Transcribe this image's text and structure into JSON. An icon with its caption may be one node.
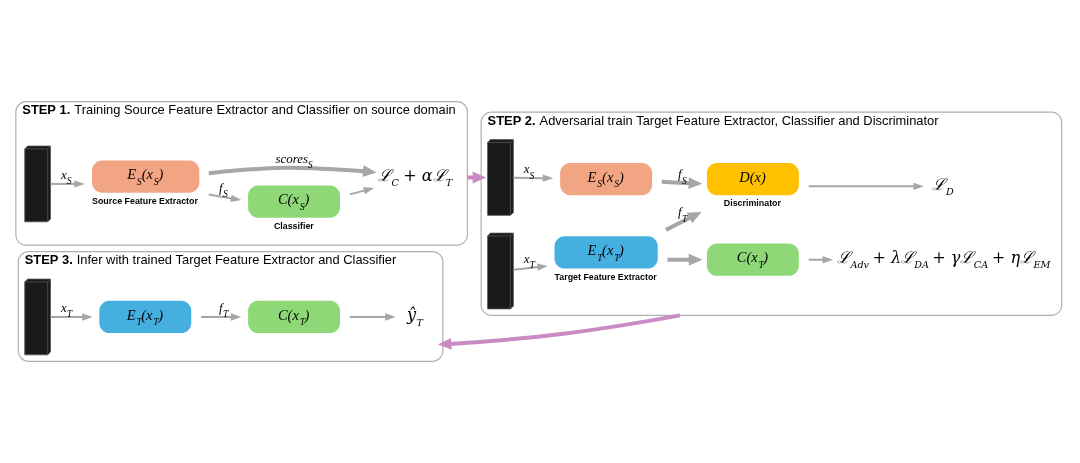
{
  "diagram": {
    "nodes": [
      {
        "text": [
          "STEP 1.",
          "Training Source Feature Extractor and Classifier on source domain"
        ]
      },
      {
        "text": [],
        "shape": "picture",
        "in": 0
      },
      {
        "text": [
          "E$_{S}$(x$_{S}$)"
        ],
        "beside": [
          "Source Feature Extractor"
        ],
        "in": 0
      },
      {
        "text": [
          "C(x$_{S}$)"
        ],
        "beside": [
          "Classifier"
        ],
        "in": 0
      },
      {
        "text": [
          "ℒ$_{C}$ + αℒ$_{T}$"
        ],
        "in": 0
      },
      {
        "text": [
          "STEP 2.",
          "Adversarial train Target Feature Extractor, Classifier and Discriminator"
        ]
      },
      {
        "text": [],
        "shape": "picture",
        "in": 5
      },
      {
        "text": [
          "E$_{S}$(x$_{S}$)"
        ],
        "in": 5
      },
      {
        "text": [
          "D(x)"
        ],
        "beside": [
          "Discriminator"
        ],
        "in": 5
      },
      {
        "text": [
          "ℒ$_{D}$"
        ],
        "in": 5
      },
      {
        "text": [],
        "shape": "picture",
        "in": 5
      },
      {
        "text": [
          "E$_{T}$(x$_{T}$)"
        ],
        "beside": [
          "Target Feature Extractor"
        ],
        "in": 5
      },
      {
        "text": [
          "C(x$_{T}$)"
        ],
        "in": 5
      },
      {
        "text": [
          "ℒ$_{Adv}$ + λℒ$_{DA}$ + γℒ$_{CA}$ + ηℒ$_{EM}$"
        ],
        "in": 5
      },
      {
        "text": [
          "STEP 3.",
          "Infer with trained Target Feature Extractor and Classifier"
        ]
      },
      {
        "text": [],
        "shape": "picture",
        "in": 14
      },
      {
        "text": [
          "E$_{T}$(x$_{T}$)"
        ],
        "in": 14
      },
      {
        "text": [
          "C(x$_{T}$)"
        ],
        "in": 14
      },
      {
        "text": [
          "ŷ$_{T}$"
        ],
        "in": 14
      }
    ],
    "edges": [
      {
        "from": 1,
        "to": 2,
        "arrow": "to",
        "label": "x$_{S}$"
      },
      {
        "from": 2,
        "to": 3,
        "arrow": "to",
        "label": "f$_{S}$"
      },
      {
        "from": 3,
        "to": 4,
        "arrow": "to"
      },
      {
        "from": 2,
        "to": 4,
        "arrow": "to",
        "label": "scores$_{S}$",
        "style": "thick"
      },
      {
        "from": 0,
        "to": 5,
        "arrow": "to",
        "style": "thick",
        "color": "#c98bc4"
      },
      {
        "from": 6,
        "to": 7,
        "arrow": "to",
        "label": "x$_{S}$"
      },
      {
        "from": 7,
        "to": 8,
        "arrow": "to",
        "label": "f$_{S}$",
        "style": "thick"
      },
      {
        "from": 8,
        "to": 9,
        "arrow": "to"
      },
      {
        "from": 10,
        "to": 11,
        "arrow": "to",
        "label": "x$_{T}$"
      },
      {
        "from": 11,
        "to": 8,
        "arrow": "to",
        "label": "f$_{T}$",
        "style": "thick"
      },
      {
        "from": 11,
        "to": 12,
        "arrow": "to",
        "style": "thick"
      },
      {
        "from": 12,
        "to": 13,
        "arrow": "to"
      },
      {
        "from": 5,
        "to": 14,
        "arrow": "to",
        "style": "thick",
        "color": "#c98bc4"
      },
      {
        "from": 15,
        "to": 16,
        "arrow": "to",
        "label": "x$_{T}$"
      },
      {
        "from": 16,
        "to": 17,
        "arrow": "to",
        "label": "f$_{T}$"
      },
      {
        "from": 17,
        "to": 18,
        "arrow": "to"
      }
    ]
  }
}
